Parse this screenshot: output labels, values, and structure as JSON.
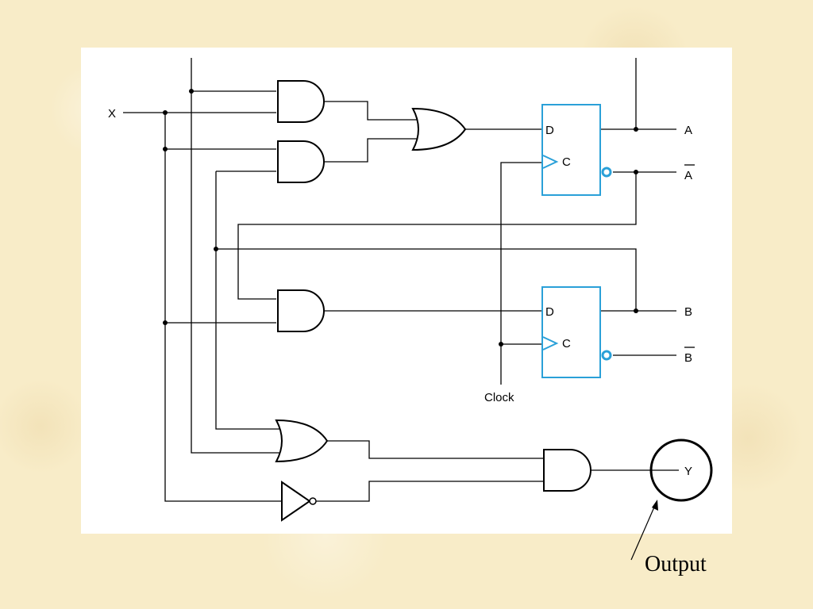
{
  "diagram": {
    "input_label": "X",
    "clock_label": "Clock",
    "flipflop_a": {
      "d_label": "D",
      "c_label": "C"
    },
    "flipflop_b": {
      "d_label": "D",
      "c_label": "C"
    },
    "outputs": {
      "a": "A",
      "a_not": "A",
      "b": "B",
      "b_not": "B",
      "y": "Y"
    }
  },
  "annotation": {
    "text": "Output"
  },
  "colors": {
    "background": "#f8ecc8",
    "panel": "#ffffff",
    "flipflop": "#2aa0d8",
    "lines": "#000000"
  }
}
